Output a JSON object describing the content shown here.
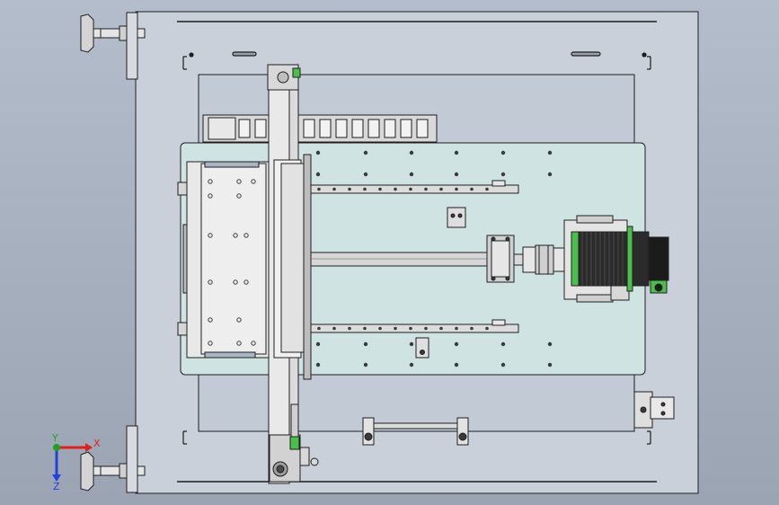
{
  "viewport": {
    "background_top": "#b4bdcb",
    "background_bottom": "#9ba4b3"
  },
  "colors": {
    "frame_plate": "#c9d0d9",
    "inner_plate": "#c2cad5",
    "base_plate": "#cfe3e3",
    "line": "#1f1f1f",
    "part_light": "#e6e6e6",
    "part_mid": "#cfcfcf",
    "motor_dark": "#2b2b2b",
    "motor_green": "#4bbf4b",
    "rail": "#dcdcdc",
    "hole": "#3a3a3a"
  },
  "axis_triad": {
    "x_label": "X",
    "y_label": "Y",
    "z_label": "Z",
    "x_color": "#e02020",
    "y_color": "#20a020",
    "z_color": "#2040e0"
  },
  "components": {
    "leveling_feet": "leveling-foot",
    "ball_screw": "ball-screw",
    "servo_motor": "servo-motor",
    "coupling": "coupling",
    "linear_rails": "linear-guide-rail",
    "cable_chain": "drag-chain",
    "moving_carriage": "moving-carriage",
    "vertical_column": "vertical-column"
  }
}
